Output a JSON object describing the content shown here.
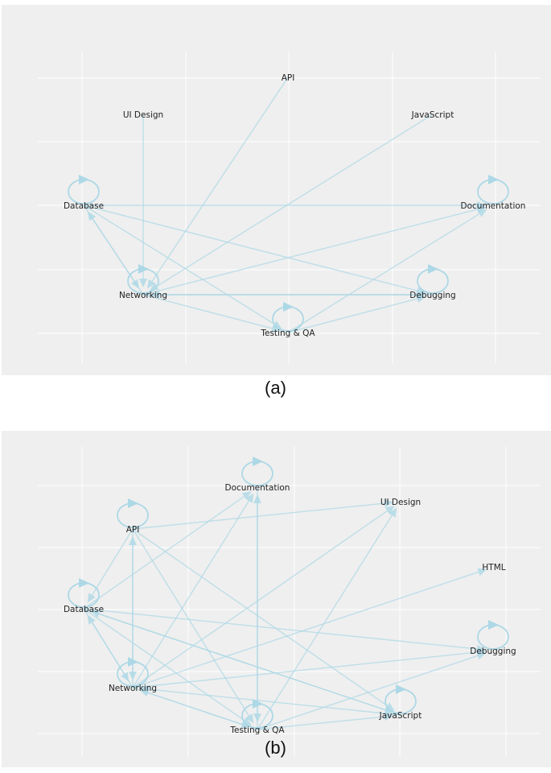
{
  "panels": [
    {
      "id": "a",
      "caption": "(a)",
      "nodes": [
        {
          "id": "api",
          "label": "API",
          "self_loop": false
        },
        {
          "id": "ui",
          "label": "UI Design",
          "self_loop": false
        },
        {
          "id": "js",
          "label": "JavaScript",
          "self_loop": false
        },
        {
          "id": "db",
          "label": "Database",
          "self_loop": true
        },
        {
          "id": "doc",
          "label": "Documentation",
          "self_loop": true
        },
        {
          "id": "net",
          "label": "Networking",
          "self_loop": true
        },
        {
          "id": "dbg",
          "label": "Debugging",
          "self_loop": true
        },
        {
          "id": "qa",
          "label": "Testing & QA",
          "self_loop": true
        }
      ],
      "edges": [
        [
          "ui",
          "net"
        ],
        [
          "api",
          "net"
        ],
        [
          "js",
          "net"
        ],
        [
          "db",
          "doc"
        ],
        [
          "db",
          "net"
        ],
        [
          "net",
          "db"
        ],
        [
          "db",
          "qa"
        ],
        [
          "db",
          "dbg"
        ],
        [
          "net",
          "doc"
        ],
        [
          "net",
          "dbg"
        ],
        [
          "dbg",
          "net"
        ],
        [
          "net",
          "qa"
        ],
        [
          "qa",
          "doc"
        ],
        [
          "qa",
          "dbg"
        ]
      ]
    },
    {
      "id": "b",
      "caption": "(b)",
      "nodes": [
        {
          "id": "doc",
          "label": "Documentation",
          "self_loop": true
        },
        {
          "id": "ui",
          "label": "UI Design",
          "self_loop": false
        },
        {
          "id": "api",
          "label": "API",
          "self_loop": true
        },
        {
          "id": "html",
          "label": "HTML",
          "self_loop": false
        },
        {
          "id": "db",
          "label": "Database",
          "self_loop": true
        },
        {
          "id": "dbg",
          "label": "Debugging",
          "self_loop": true
        },
        {
          "id": "net",
          "label": "Networking",
          "self_loop": true
        },
        {
          "id": "js",
          "label": "JavaScript",
          "self_loop": true
        },
        {
          "id": "qa",
          "label": "Testing & QA",
          "self_loop": true
        }
      ],
      "edges": [
        [
          "api",
          "ui"
        ],
        [
          "api",
          "db"
        ],
        [
          "api",
          "net"
        ],
        [
          "api",
          "qa"
        ],
        [
          "api",
          "js"
        ],
        [
          "db",
          "doc"
        ],
        [
          "net",
          "doc"
        ],
        [
          "qa",
          "doc"
        ],
        [
          "doc",
          "qa"
        ],
        [
          "net",
          "ui"
        ],
        [
          "qa",
          "ui"
        ],
        [
          "net",
          "html"
        ],
        [
          "db",
          "dbg"
        ],
        [
          "db",
          "js"
        ],
        [
          "db",
          "qa"
        ],
        [
          "net",
          "db"
        ],
        [
          "db",
          "net"
        ],
        [
          "net",
          "api"
        ],
        [
          "net",
          "dbg"
        ],
        [
          "qa",
          "dbg"
        ],
        [
          "net",
          "qa"
        ],
        [
          "qa",
          "net"
        ],
        [
          "js",
          "net"
        ],
        [
          "qa",
          "js"
        ],
        [
          "js",
          "db"
        ]
      ]
    }
  ]
}
